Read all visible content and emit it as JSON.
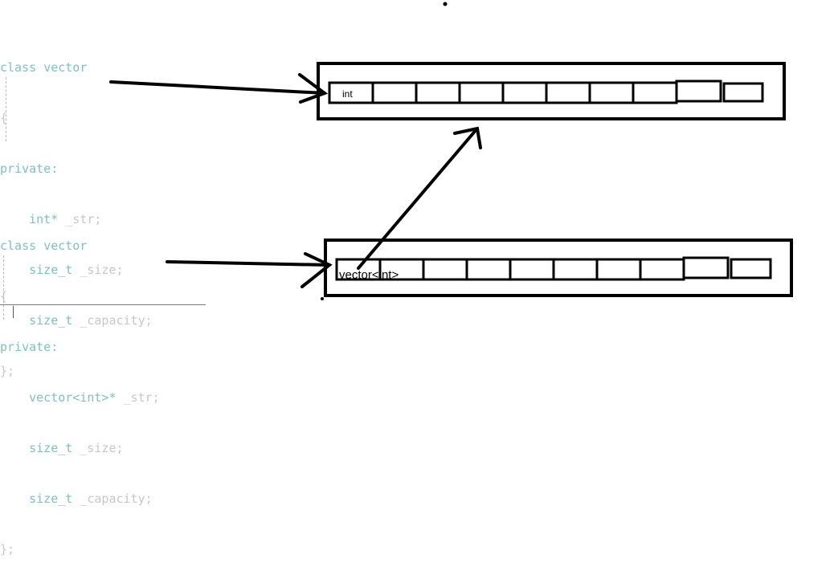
{
  "code_top": {
    "line1_keyword": "class",
    "line1_name": "vector",
    "line2": "{",
    "line3": "private:",
    "line4_type": "int*",
    "line4_name": "_str;",
    "line5_type": "size_t",
    "line5_name": "_size;",
    "line6_type": "size_t",
    "line6_name": "_capacity;",
    "line7": "};"
  },
  "code_bottom": {
    "line1_keyword": "class",
    "line1_name": "vector",
    "line2": "{",
    "line3": "private:",
    "line4_type": "vector<int>*",
    "line4_name": "_str;",
    "line5_type": "size_t",
    "line5_name": "_size;",
    "line6_type": "size_t",
    "line6_name": "_capacity;",
    "line7": "};"
  },
  "array_top": {
    "first_cell_label": "int"
  },
  "array_bottom": {
    "first_cell_label": "vector<int>"
  },
  "colors": {
    "keyword": "#7fbfc5",
    "identifier": "#c8c8c8",
    "ink": "#000000"
  }
}
